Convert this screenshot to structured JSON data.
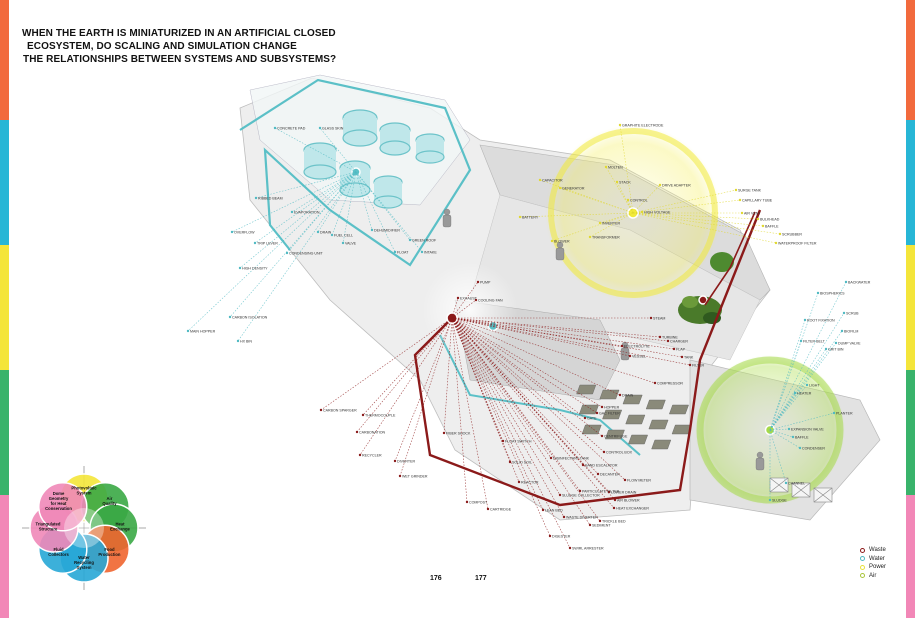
{
  "title_lines": [
    "WHEN THE EARTH IS MINIATURIZED IN AN ARTIFICIAL CLOSED",
    "ECOSYSTEM, DO SCALING AND SIMULATION CHANGE",
    "THE RELATIONSHIPS BETWEEN SYSTEMS AND SUBSYSTEMS?"
  ],
  "page_numbers": {
    "left": "176",
    "right": "177"
  },
  "legend": [
    {
      "label": "Waste",
      "color": "#8b1a1a"
    },
    {
      "label": "Water",
      "color": "#4fb9c2"
    },
    {
      "label": "Power",
      "color": "#e8e23a"
    },
    {
      "label": "Air",
      "color": "#a8c43a"
    }
  ],
  "edge_colors": [
    "#f26a3d",
    "#27b6d6",
    "#f4e53a",
    "#39b36b",
    "#f287b7"
  ],
  "wheel": [
    {
      "label": "Photovoltaic System",
      "color": "#f4e53a"
    },
    {
      "label": "Air Quality",
      "color": "#3aa845"
    },
    {
      "label": "Heat Exchange",
      "color": "#3aa845"
    },
    {
      "label": "Food Production",
      "color": "#f0652f"
    },
    {
      "label": "Water Recycling System",
      "color": "#27a7d6"
    },
    {
      "label": "Fluid Collectors",
      "color": "#27a7d6"
    },
    {
      "label": "Triangulated Structure",
      "color": "#ef88b8"
    },
    {
      "label": "Dome Geometry for Heat Conservation",
      "color": "#ef88b8"
    }
  ],
  "labels": {
    "upper_left": [
      "CONCRETE PAD",
      "GLASS SKIN",
      "RIBBED BEAM",
      "OVERFLOW",
      "TRIP LEVER",
      "CONDENSING UNIT",
      "VALVE",
      "FLOAT",
      "INTAKE",
      "DEHUMIDIFIER",
      "GREEN ROOF",
      "EVAPORATION",
      "HIGH DENSITY",
      "CARBON ISOLATION",
      "FUEL CELL",
      "DRAIN",
      "MAIN HOPPER",
      "HX BIN"
    ],
    "top_right": [
      "GRAPHITE ELECTRODE",
      "MOLTEN",
      "STACK",
      "DRIVE ADAPTER",
      "CAPACITOR",
      "GENERATOR",
      "CONTROL",
      "HIGH VOLTAGE",
      "INVERTER",
      "TRANSFORMER",
      "BLOWER",
      "BATTERY",
      "SURGE TANK",
      "CAPILLARY TUBE",
      "AIR VENT",
      "BULKHEAD",
      "BAFFLE",
      "SCRUBBER",
      "WATERPROOF FILTER"
    ],
    "right": [
      "BACKWATER",
      "BIOSPHERICS",
      "SCRUB",
      "ROOT FIXATION",
      "BIOFILM",
      "FILTER BELT",
      "GRIT BIN",
      "DUMP VALVE",
      "PLANTER",
      "LIGHT",
      "HEATER",
      "EXPANSION VALVE",
      "CONDENSER",
      "BAFFLE",
      "CHANNEL",
      "SLUDGE"
    ],
    "center": [
      "EXHAUST",
      "COOLING FAN",
      "PUMP",
      "STEAM",
      "ELECTROLYTE",
      "VESSEL",
      "TURBINE",
      "CHARGER",
      "FLAP",
      "TANK",
      "FILTER",
      "COMPRESSOR",
      "DRAIN",
      "HOPPER",
      "GATE"
    ],
    "bottom": [
      "CARBON SPARGER",
      "THERMOCOUPLE",
      "CARBONATION",
      "RECYCLER",
      "DIVERTER",
      "WET GRINDER",
      "FIBER SHOCK",
      "FLOAT SWITCH",
      "SOLID SOIL",
      "DISINFECTANT TANK",
      "GAC FILTER",
      "CENTRIFUGE",
      "SAND ESCALATOR",
      "REACTOR",
      "CONTROL BOX",
      "DECANTER",
      "LEAN BED",
      "WASTE DIVERTER",
      "TRICKLE BED",
      "SLUDGE COLLECTOR",
      "DIGESTER",
      "SWIRL ARRESTER",
      "PARTICULATE FILTER",
      "COMPOST",
      "CARTRIDGE",
      "LOWER DRAIN",
      "AIR BLOWER",
      "HEAT EXCHANGER",
      "SEDIMENT",
      "FLOW METER"
    ]
  }
}
